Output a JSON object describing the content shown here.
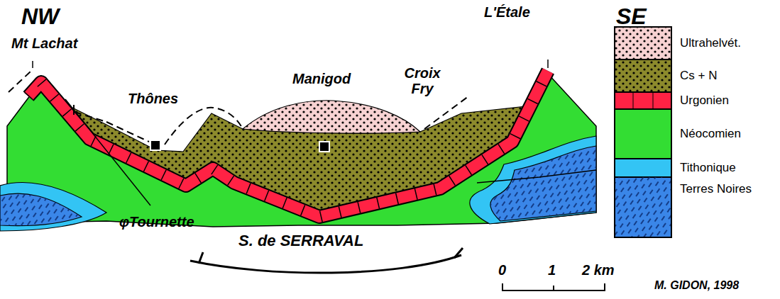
{
  "diagram": {
    "labels": [
      "NW",
      "SE",
      "Mt Lachat",
      "Thônes",
      "Manigod",
      "Croix Fry",
      "L'Étale",
      "φTournette",
      "S. de SERRAVAL",
      "0",
      "1",
      "2 km",
      "M. GIDON, 1998"
    ],
    "legend": [
      {
        "text": "Ultrahelvét.",
        "color": "#f7d2d2"
      },
      {
        "text": "Cs + N",
        "color": "#8c8a2c"
      },
      {
        "text": "Urgonien",
        "color": "#ff2244"
      },
      {
        "text": "Néocomien",
        "color": "#33dd33"
      },
      {
        "text": "Tithonique",
        "color": "#33c4f4"
      },
      {
        "text": "Terres Noires",
        "color": "#3a86e8"
      }
    ]
  }
}
